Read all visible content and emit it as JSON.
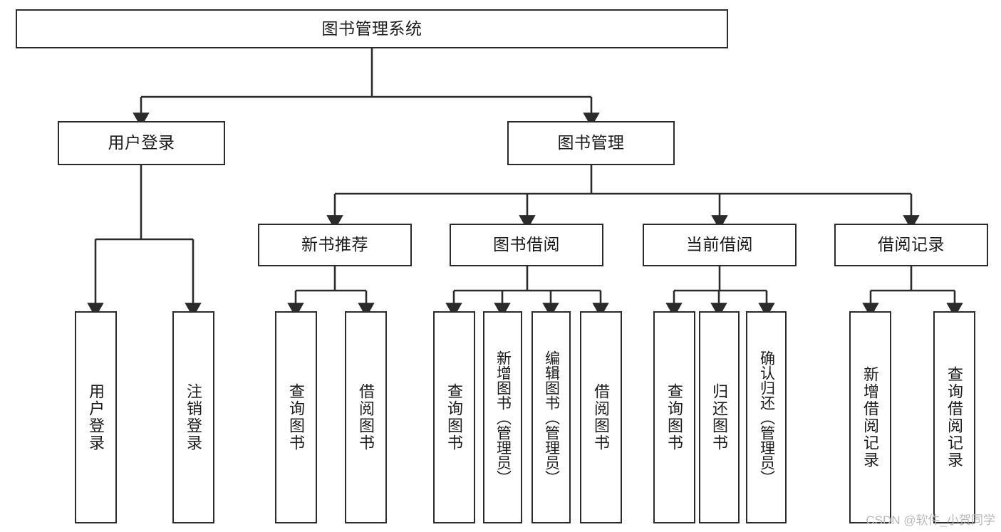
{
  "diagram": {
    "type": "tree-hierarchy",
    "title": "图书管理系统",
    "orientation": "top-down",
    "colors": {
      "box_border": "#2b2b2b",
      "box_fill": "#ffffff",
      "edge": "#2b2b2b",
      "text": "#1b1b1b",
      "watermark": "#b9b9b9",
      "background": "#ffffff"
    }
  },
  "root": {
    "id": "root",
    "label": "图书管理系统"
  },
  "level1": [
    {
      "id": "user-login",
      "label": "用户登录"
    },
    {
      "id": "book-manage",
      "label": "图书管理"
    }
  ],
  "level2": [
    {
      "id": "new-book-recommend",
      "label": "新书推荐",
      "parent": "book-manage"
    },
    {
      "id": "book-borrow",
      "label": "图书借阅",
      "parent": "book-manage"
    },
    {
      "id": "current-borrow",
      "label": "当前借阅",
      "parent": "book-manage"
    },
    {
      "id": "borrow-record",
      "label": "借阅记录",
      "parent": "book-manage"
    }
  ],
  "leaves": {
    "user_login": [
      {
        "id": "leaf-user-login",
        "label": "用户登录"
      },
      {
        "id": "leaf-logout-login",
        "label": "注销登录"
      }
    ],
    "new_book_recommend": [
      {
        "id": "leaf-query-book-1",
        "label": "查询图书"
      },
      {
        "id": "leaf-borrow-book-1",
        "label": "借阅图书"
      }
    ],
    "book_borrow": [
      {
        "id": "leaf-query-book-2",
        "label": "查询图书"
      },
      {
        "id": "leaf-add-book",
        "label": "新增图书（管理员）"
      },
      {
        "id": "leaf-edit-book",
        "label": "编辑图书（管理员）"
      },
      {
        "id": "leaf-borrow-book-2",
        "label": "借阅图书"
      }
    ],
    "current_borrow": [
      {
        "id": "leaf-query-book-3",
        "label": "查询图书"
      },
      {
        "id": "leaf-return-book",
        "label": "归还图书"
      },
      {
        "id": "leaf-confirm-return",
        "label": "确认归还（管理员）"
      }
    ],
    "borrow_record": [
      {
        "id": "leaf-add-record",
        "label": "新增借阅记录"
      },
      {
        "id": "leaf-query-record",
        "label": "查询借阅记录"
      }
    ]
  },
  "watermark": {
    "text": "CSDN @软件_小贺同学"
  }
}
